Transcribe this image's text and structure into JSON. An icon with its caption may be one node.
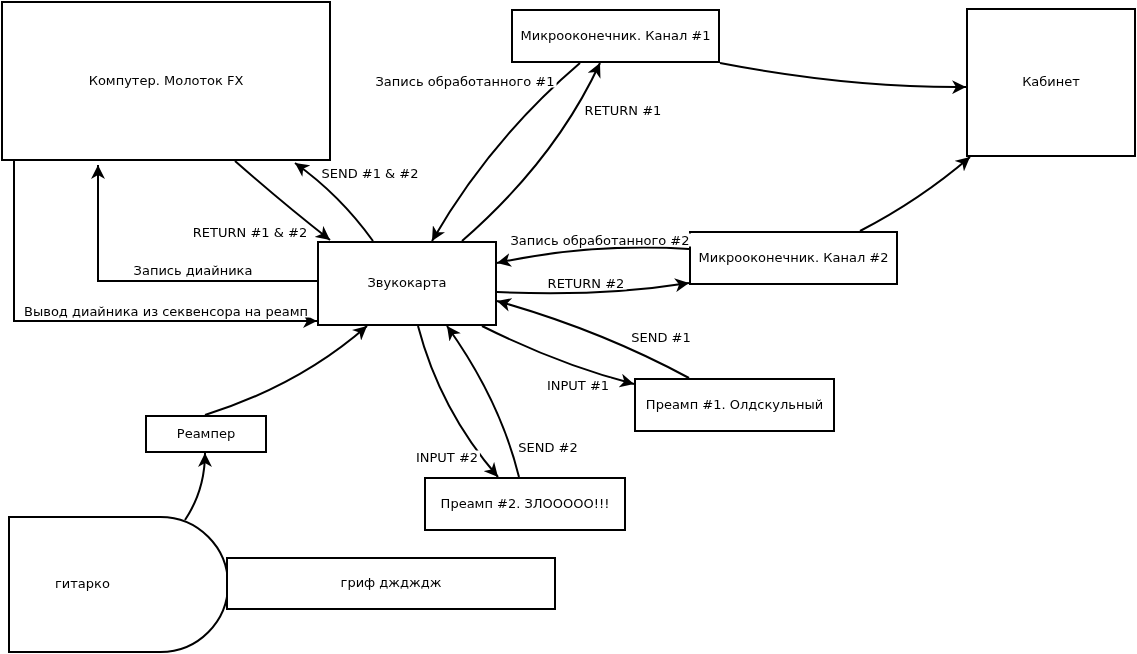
{
  "diagram": {
    "nodes": [
      {
        "text": [
          "Компутер. Молоток FX"
        ]
      },
      {
        "text": [
          "Микрооконечник. Канал #1"
        ]
      },
      {
        "text": [
          "Кабинет"
        ]
      },
      {
        "text": [
          "Звукокарта"
        ]
      },
      {
        "text": [
          "Микрооконечник. Канал #2"
        ]
      },
      {
        "text": [
          "Преамп #1. Олдскульный"
        ]
      },
      {
        "text": [
          "Реампер"
        ]
      },
      {
        "text": [
          "Преамп #2. ЗЛООООО!!!"
        ]
      },
      {
        "text": [
          "гитарко"
        ]
      },
      {
        "text": [
          "гриф дждждж"
        ]
      }
    ],
    "edges": [
      {
        "from": 0,
        "to": 3,
        "arrow": "to",
        "label": "RETURN #1 & #2"
      },
      {
        "from": 3,
        "to": 0,
        "arrow": "to",
        "label": "SEND #1 & #2"
      },
      {
        "from": 3,
        "to": 0,
        "arrow": "to",
        "label": "Запись диайника"
      },
      {
        "from": 0,
        "to": 3,
        "arrow": "to",
        "label": "Вывод диайника из секвенсора на реамп"
      },
      {
        "from": 1,
        "to": 3,
        "arrow": "to",
        "label": "Запись обработанного #1"
      },
      {
        "from": 3,
        "to": 1,
        "arrow": "to",
        "label": "RETURN #1"
      },
      {
        "from": 1,
        "to": 2,
        "arrow": "to"
      },
      {
        "from": 4,
        "to": 2,
        "arrow": "to"
      },
      {
        "from": 4,
        "to": 3,
        "arrow": "to",
        "label": "Запись обработанного #2"
      },
      {
        "from": 3,
        "to": 4,
        "arrow": "to",
        "label": "RETURN #2"
      },
      {
        "from": 5,
        "to": 3,
        "arrow": "to",
        "label": "SEND #1"
      },
      {
        "from": 3,
        "to": 5,
        "arrow": "to",
        "label": "INPUT #1"
      },
      {
        "from": 3,
        "to": 7,
        "arrow": "to",
        "label": "INPUT #2"
      },
      {
        "from": 7,
        "to": 3,
        "arrow": "to",
        "label": "SEND #2"
      },
      {
        "from": 6,
        "to": 3,
        "arrow": "to"
      },
      {
        "from": 8,
        "to": 6,
        "arrow": "to"
      }
    ]
  }
}
